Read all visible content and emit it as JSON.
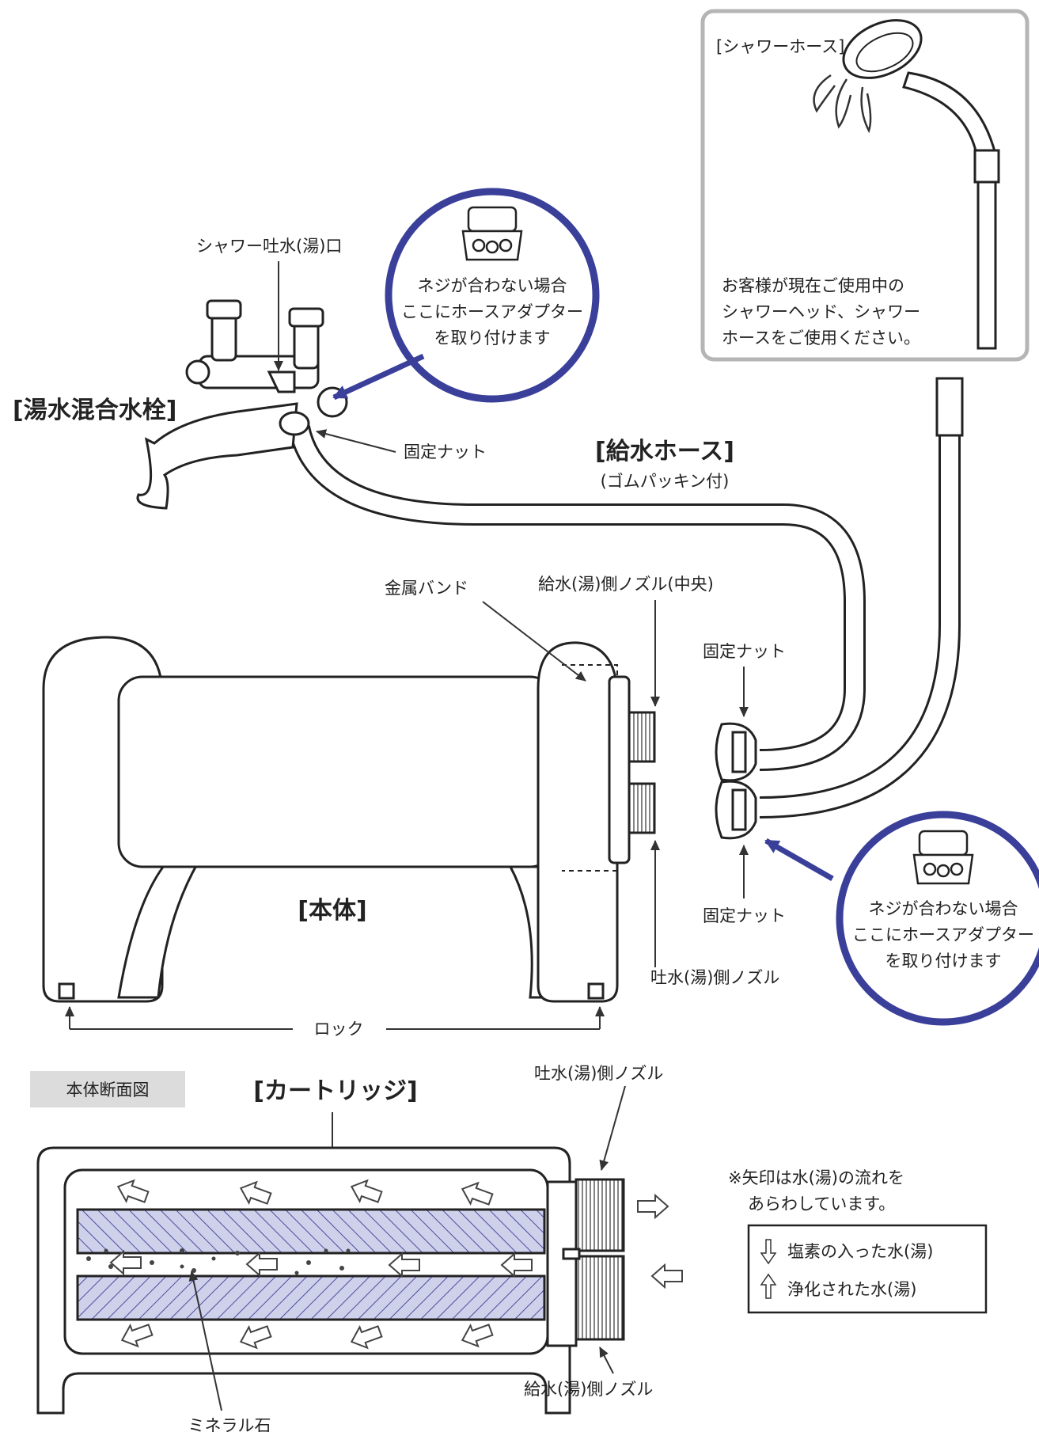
{
  "shower_hose_box": {
    "title": "[シャワーホース]",
    "note_lines": [
      "お客様が現在ご使用中の",
      "シャワーヘッド、シャワー",
      "ホースをご使用ください。"
    ]
  },
  "faucet": {
    "title": "[湯水混合水栓]",
    "outlet_label": "シャワー吐水(湯)口",
    "nut_label": "固定ナット"
  },
  "adapter_callout_top": {
    "lines": [
      "ネジが合わない場合",
      "ここにホースアダプター",
      "を取り付けます"
    ]
  },
  "adapter_callout_bottom": {
    "lines": [
      "ネジが合わない場合",
      "ここにホースアダプター",
      "を取り付けます"
    ]
  },
  "supply_hose": {
    "title": "[給水ホース]",
    "subtitle": "(ゴムパッキン付)"
  },
  "unit": {
    "band_label": "金属バンド",
    "inlet_nozzle_label": "給水(湯)側ノズル(中央)",
    "nut_top_label": "固定ナット",
    "nut_bottom_label": "固定ナット",
    "outlet_nozzle_label": "吐水(湯)側ノズル",
    "body_label": "[本体]",
    "lock_label": "ロック"
  },
  "section": {
    "badge": "本体断面図",
    "cartridge_label": "[カートリッジ]",
    "outlet_label": "吐水(湯)側ノズル",
    "inlet_label": "給水(湯)側ノズル",
    "mineral_label": "ミネラル石"
  },
  "legend": {
    "note_lines": [
      "※矢印は水(湯)の流れを",
      "あらわしています。"
    ],
    "chlorine": "塩素の入った水(湯)",
    "purified": "浄化された水(湯)"
  },
  "colors": {
    "accent": "#3a3f9a",
    "ink": "#222222",
    "box_border": "#b5b5b5",
    "hatch_fill": "#cfd0ea",
    "badge_bg": "#dcdcdc"
  }
}
